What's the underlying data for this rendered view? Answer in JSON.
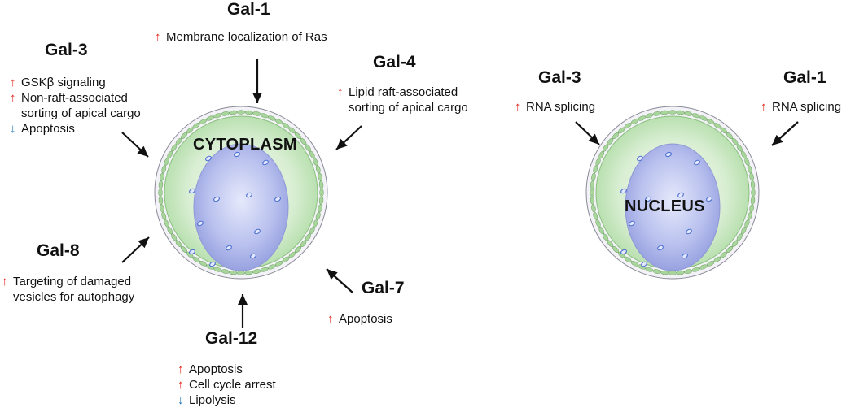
{
  "colors": {
    "up_arrow": "#e3231c",
    "down_arrow": "#1a6fb5",
    "membrane_green": "#8fc88a",
    "nucleus_blue": "#aab3e6"
  },
  "compartments": {
    "cytoplasm": "CYTOPLASM",
    "nucleus": "NUCLEUS"
  },
  "cytoplasm_labels": [
    {
      "id": "gal1",
      "name": "Gal-1",
      "effects": [
        {
          "dir": "up",
          "text": "Membrane localization of Ras"
        }
      ]
    },
    {
      "id": "gal3",
      "name": "Gal-3",
      "effects": [
        {
          "dir": "up",
          "text": "GSKβ signaling"
        },
        {
          "dir": "up",
          "text": "Non-raft-associated\nsorting of apical cargo"
        },
        {
          "dir": "down",
          "text": "Apoptosis"
        }
      ]
    },
    {
      "id": "gal4",
      "name": "Gal-4",
      "effects": [
        {
          "dir": "up",
          "text": "Lipid raft-associated\nsorting of apical cargo"
        }
      ]
    },
    {
      "id": "gal8",
      "name": "Gal-8",
      "effects": [
        {
          "dir": "up",
          "text": "Targeting of damaged\nvesicles for autophagy"
        }
      ]
    },
    {
      "id": "gal7",
      "name": "Gal-7",
      "effects": [
        {
          "dir": "up",
          "text": "Apoptosis"
        }
      ]
    },
    {
      "id": "gal12",
      "name": "Gal-12",
      "effects": [
        {
          "dir": "up",
          "text": "Apoptosis"
        },
        {
          "dir": "up",
          "text": "Cell cycle arrest"
        },
        {
          "dir": "down",
          "text": "Lipolysis"
        }
      ]
    }
  ],
  "nucleus_labels": [
    {
      "id": "ngal3",
      "name": "Gal-3",
      "effects": [
        {
          "dir": "up",
          "text": "RNA splicing"
        }
      ]
    },
    {
      "id": "ngal1",
      "name": "Gal-1",
      "effects": [
        {
          "dir": "up",
          "text": "RNA splicing"
        }
      ]
    }
  ]
}
